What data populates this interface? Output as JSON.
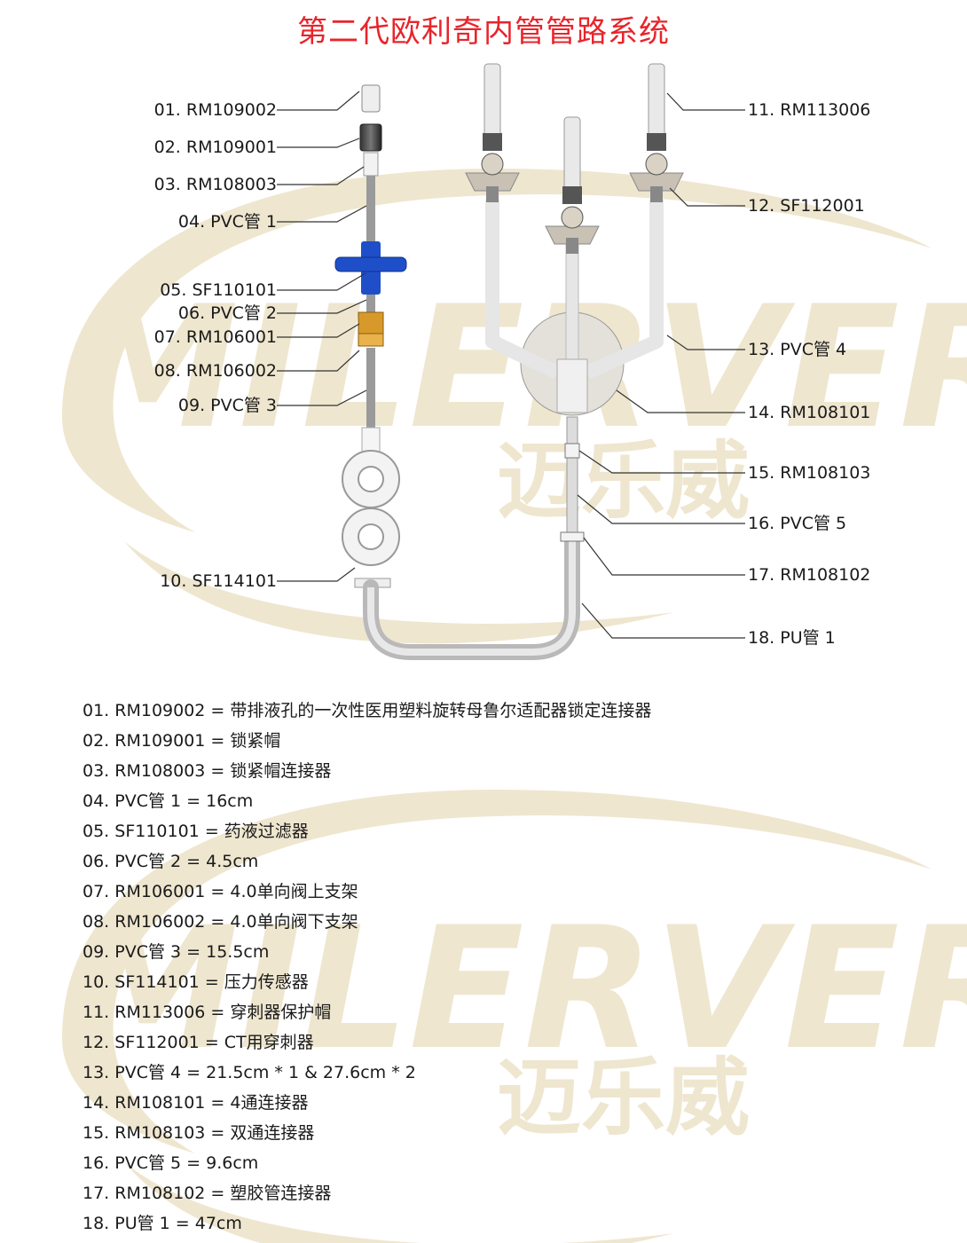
{
  "title": "第二代欧利奇内管管路系统",
  "watermark": {
    "brand": "MILERVER",
    "brand_cn": "迈乐威",
    "color": "#efe6cf"
  },
  "callouts_left": [
    "01. RM109002",
    "02. RM109001",
    "03. RM108003",
    "04. PVC管 1",
    "05. SF110101",
    "06. PVC管 2",
    "07. RM106001",
    "08. RM106002",
    "09. PVC管 3",
    "10. SF114101"
  ],
  "callouts_right": [
    "11. RM113006",
    "12. SF112001",
    "13. PVC管 4",
    "14. RM108101",
    "15. RM108103",
    "16. PVC管 5",
    "17. RM108102",
    "18. PU管 1"
  ],
  "parts_list": [
    "01. RM109002 = 带排液孔的一次性医用塑料旋转母鲁尔适配器锁定连接器",
    "02. RM109001 = 锁紧帽",
    "03. RM108003 = 锁紧帽连接器",
    "04. PVC管 1 = 16cm",
    "05. SF110101 = 药液过滤器",
    "06. PVC管 2 = 4.5cm",
    "07. RM106001 = 4.0单向阀上支架",
    "08. RM106002 = 4.0单向阀下支架",
    "09. PVC管 3 = 15.5cm",
    "10. SF114101 = 压力传感器",
    "11. RM113006 = 穿刺器保护帽",
    "12. SF112001 = CT用穿刺器",
    "13. PVC管 4 = 21.5cm * 1 & 27.6cm * 2",
    "14. RM108101 = 4通连接器",
    "15. RM108103 = 双通连接器",
    "16. PVC管 5 = 9.6cm",
    "17. RM108102 = 塑胶管连接器",
    "18. PU管 1 = 47cm"
  ],
  "colors": {
    "title": "#e8242b",
    "filter_blue": "#1f4fc8",
    "valve_amber": "#d79a2a",
    "tube": "#e6e6e6",
    "pu_tube": "#c9c9c9"
  }
}
